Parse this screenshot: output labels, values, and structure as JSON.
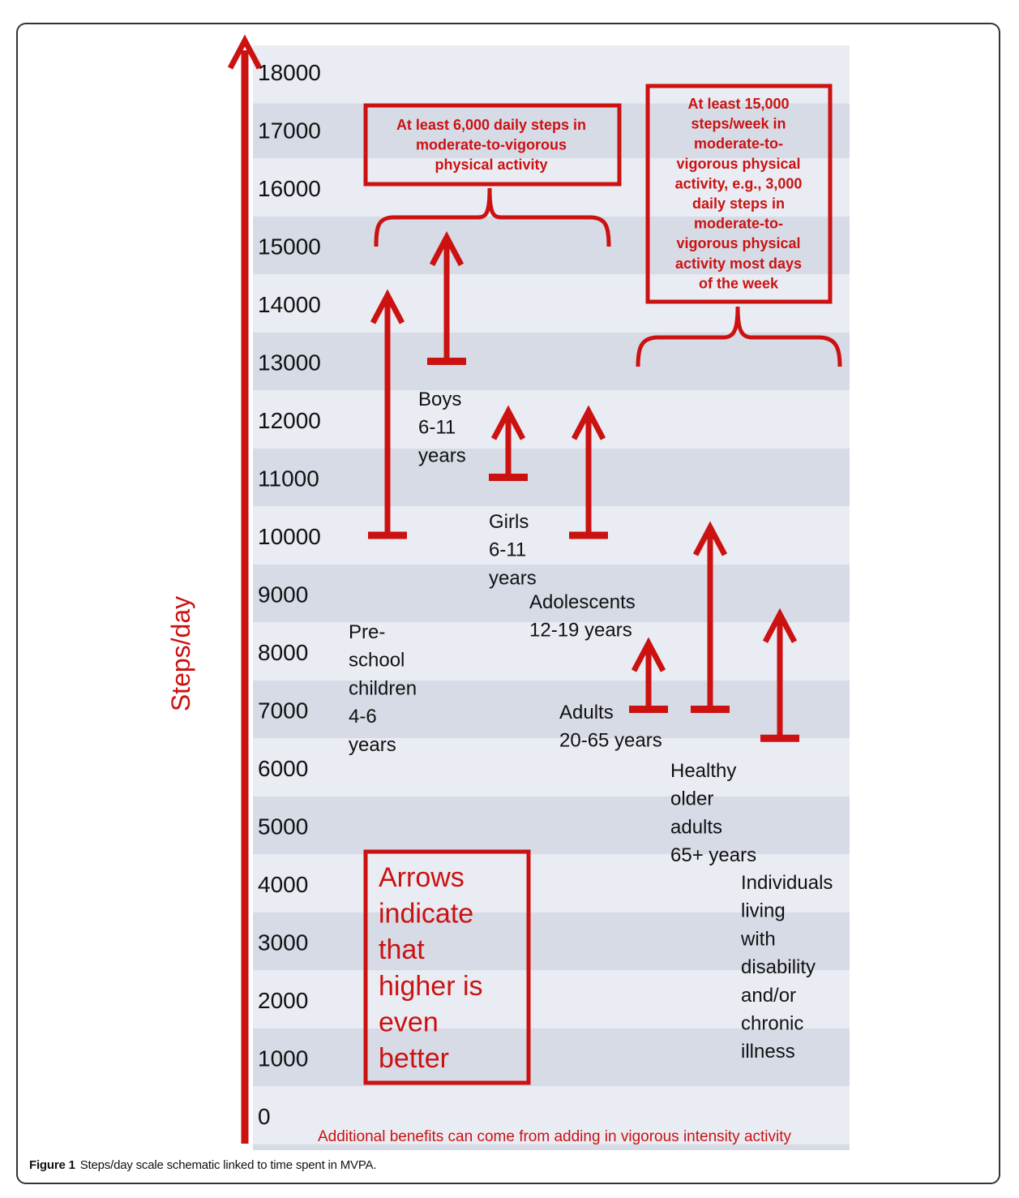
{
  "chart_data": {
    "type": "bar",
    "ylabel": "Steps/day",
    "ylim": [
      0,
      18000
    ],
    "yticks": [
      0,
      1000,
      2000,
      3000,
      4000,
      5000,
      6000,
      7000,
      8000,
      9000,
      10000,
      11000,
      12000,
      13000,
      14000,
      15000,
      16000,
      17000,
      18000
    ],
    "series": [
      {
        "name": "Pre-school children 4-6 years",
        "label_lines": [
          "Pre-",
          "school",
          "children",
          "4-6",
          "years"
        ],
        "from": 10000,
        "to": 14000
      },
      {
        "name": "Boys 6-11 years",
        "label_lines": [
          "Boys",
          "6-11",
          "years"
        ],
        "from": 13000,
        "to": 15000
      },
      {
        "name": "Girls 6-11 years",
        "label_lines": [
          "Girls",
          "6-11",
          "years"
        ],
        "from": 11000,
        "to": 12000
      },
      {
        "name": "Adolescents 12-19 years",
        "label_lines": [
          "Adolescents",
          "12-19 years"
        ],
        "from": 10000,
        "to": 12000
      },
      {
        "name": "Adults 20-65 years",
        "label_lines": [
          "Adults",
          "20-65 years"
        ],
        "from": 7000,
        "to": 8000
      },
      {
        "name": "Healthy older adults 65+ years",
        "label_lines": [
          "Healthy",
          "older",
          "adults",
          "65+ years"
        ],
        "from": 7000,
        "to": 10000
      },
      {
        "name": "Individuals living with disability and/or chronic illness",
        "label_lines": [
          "Individuals",
          "living",
          "with",
          "disability",
          "and/or",
          "chronic",
          "illness"
        ],
        "from": 6500,
        "to": 8500
      }
    ],
    "annotations": {
      "mvpa_6000": [
        "At least 6,000 daily steps in",
        "moderate-to-vigorous",
        "physical activity"
      ],
      "mvpa_15000": [
        "At least 15,000",
        "steps/week in",
        "moderate-to-",
        "vigorous physical",
        "activity, e.g., 3,000",
        "daily steps in",
        "moderate-to-",
        "vigorous physical",
        "activity most days",
        "of the week"
      ],
      "arrows_note": [
        "Arrows",
        "indicate",
        "that",
        "higher is",
        "even",
        "better"
      ],
      "footer": "Additional benefits can come from adding in vigorous intensity activity"
    },
    "grid": "alternating-bands",
    "legend": "none"
  },
  "caption": {
    "label": "Figure 1",
    "text": "Steps/day scale schematic linked to time spent in MVPA."
  },
  "colors": {
    "accent": "#cc1111",
    "band_dark": "#d6dbe6",
    "band_light": "#e9ecf3",
    "text": "#111111"
  }
}
